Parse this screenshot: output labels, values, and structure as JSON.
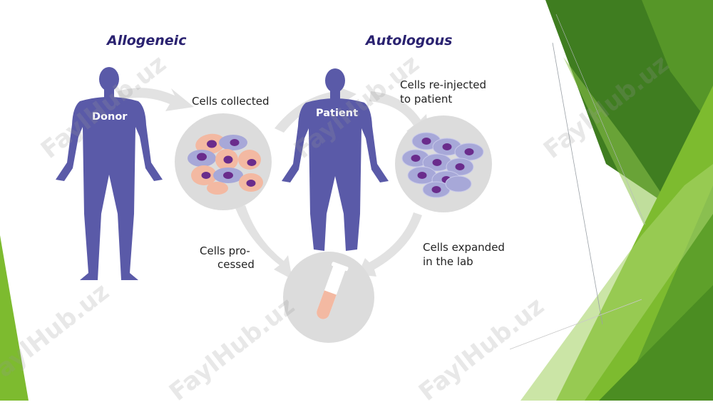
{
  "headings": {
    "allogeneic": "Allogeneic",
    "autologous": "Autologous"
  },
  "figures": {
    "donor": "Donor",
    "patient": "Patient"
  },
  "steps": {
    "collected": "Cells collected",
    "reinjected_line1": "Cells re-injected",
    "reinjected_line2": "to patient",
    "processed_line1": "Cells pro-",
    "processed_line2": "cessed",
    "expanded_line1": "Cells expanded",
    "expanded_line2": "in the lab"
  },
  "watermark": "FaylHub.uz",
  "colors": {
    "figure": "#5a5aa8",
    "heading": "#2a2270",
    "circle": "#dcdcdc",
    "arrow": "#e2e2e2",
    "cell_orange": "#f3b9a2",
    "cell_purple": "#a7a8d8",
    "nucleus": "#6a2c8c",
    "green_dark": "#3f7d20",
    "green_light": "#7dbb2f"
  }
}
